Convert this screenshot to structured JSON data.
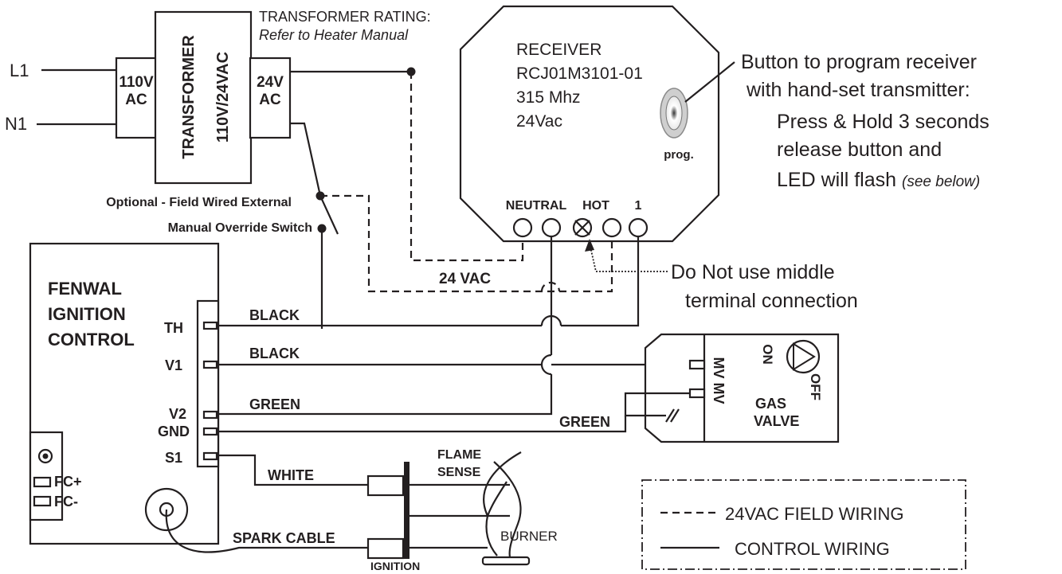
{
  "inputs": {
    "l1": "L1",
    "n1": "N1"
  },
  "transformer": {
    "title": "TRANSFORMER",
    "voltage": "110V/24VAC",
    "in_label_1": "110V",
    "in_label_2": "AC",
    "out_label_1": "24V",
    "out_label_2": "AC",
    "rating_title": "TRANSFORMER RATING:",
    "rating_note": "Refer to Heater Manual"
  },
  "receiver": {
    "name": "RECEIVER",
    "model": "RCJ01M3101-01",
    "frequency": "315 Mhz",
    "voltage": "24Vac",
    "prog_label": "prog.",
    "terminal_neutral": "NEUTRAL",
    "terminal_hot": "HOT",
    "terminal_1": "1"
  },
  "program_note": {
    "line1": "Button to program receiver",
    "line2": "with hand-set transmitter:",
    "line3": "Press & Hold 3 seconds",
    "line4": "release button and",
    "line5": "LED will flash",
    "line5_italic": "(see below)"
  },
  "middle_note": {
    "line1": "Do Not use middle",
    "line2": "terminal connection"
  },
  "switch_note": {
    "line1": "Optional - Field Wired External",
    "line2": "Manual Override Switch"
  },
  "wiring_label_24vac": "24 VAC",
  "ignition_control": {
    "line1": "FENWAL",
    "line2": "IGNITION",
    "line3": "CONTROL",
    "th": "TH",
    "v1": "V1",
    "v2": "V2",
    "gnd": "GND",
    "s1": "S1",
    "fc_plus": "FC+",
    "fc_minus": "FC-"
  },
  "wires": {
    "black_1": "BLACK",
    "black_2": "BLACK",
    "green_1": "GREEN",
    "green_2": "GREEN",
    "white": "WHITE",
    "spark_cable": "SPARK CABLE"
  },
  "gas_valve": {
    "mv": "MV MV",
    "on": "ON",
    "off": "OFF",
    "line1": "GAS",
    "line2": "VALVE"
  },
  "burner": {
    "flame_1": "FLAME",
    "flame_2": "SENSE",
    "burner": "BURNER",
    "ignition": "IGNITION"
  },
  "legend": {
    "field_wiring": "24VAC FIELD WIRING",
    "control_wiring": "CONTROL WIRING"
  }
}
